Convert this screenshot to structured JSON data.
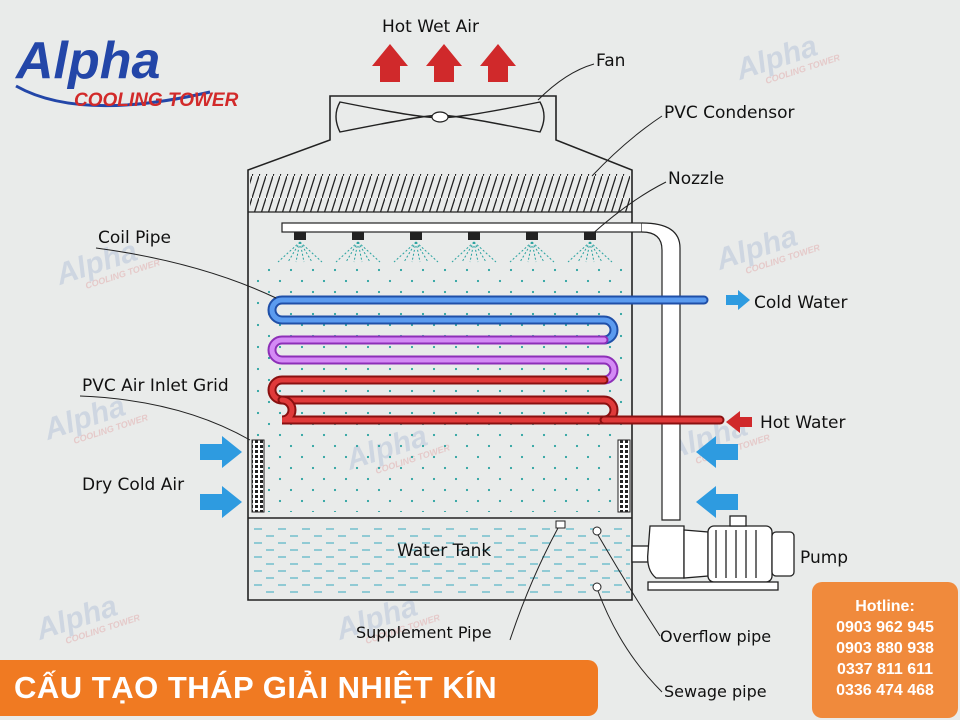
{
  "logo": {
    "brand": "Alpha",
    "tagline": "COOLING TOWER"
  },
  "watermark": {
    "brand": "Alpha",
    "tagline": "COOLING TOWER"
  },
  "labels": {
    "hot_wet_air": "Hot Wet Air",
    "fan": "Fan",
    "pvc_condensor": "PVC Condensor",
    "nozzle": "Nozzle",
    "coil_pipe": "Coil Pipe",
    "cold_water": "Cold Water",
    "pvc_air_inlet_grid": "PVC Air Inlet Grid",
    "hot_water": "Hot Water",
    "dry_cold_air": "Dry Cold Air",
    "water_tank": "Water Tank",
    "pump": "Pump",
    "supplement_pipe": "Supplement Pipe",
    "overflow_pipe": "Overflow pipe",
    "sewage_pipe": "Sewage pipe"
  },
  "title": "CẤU TẠO THÁP GIẢI NHIỆT KÍN",
  "hotline": {
    "label": "Hotline:",
    "numbers": [
      "0903 962 945",
      "0903 880 938",
      "0337 811 611",
      "0336 474 468"
    ]
  },
  "colors": {
    "arrow_red": "#d0292b",
    "arrow_blue": "#2e9be0",
    "coil_blue": "#2a6fd6",
    "coil_purple": "#c260e8",
    "coil_red": "#d52a2a",
    "banner_orange": "#f07a22",
    "logo_blue": "#2346a8",
    "logo_red": "#d22a2a"
  }
}
